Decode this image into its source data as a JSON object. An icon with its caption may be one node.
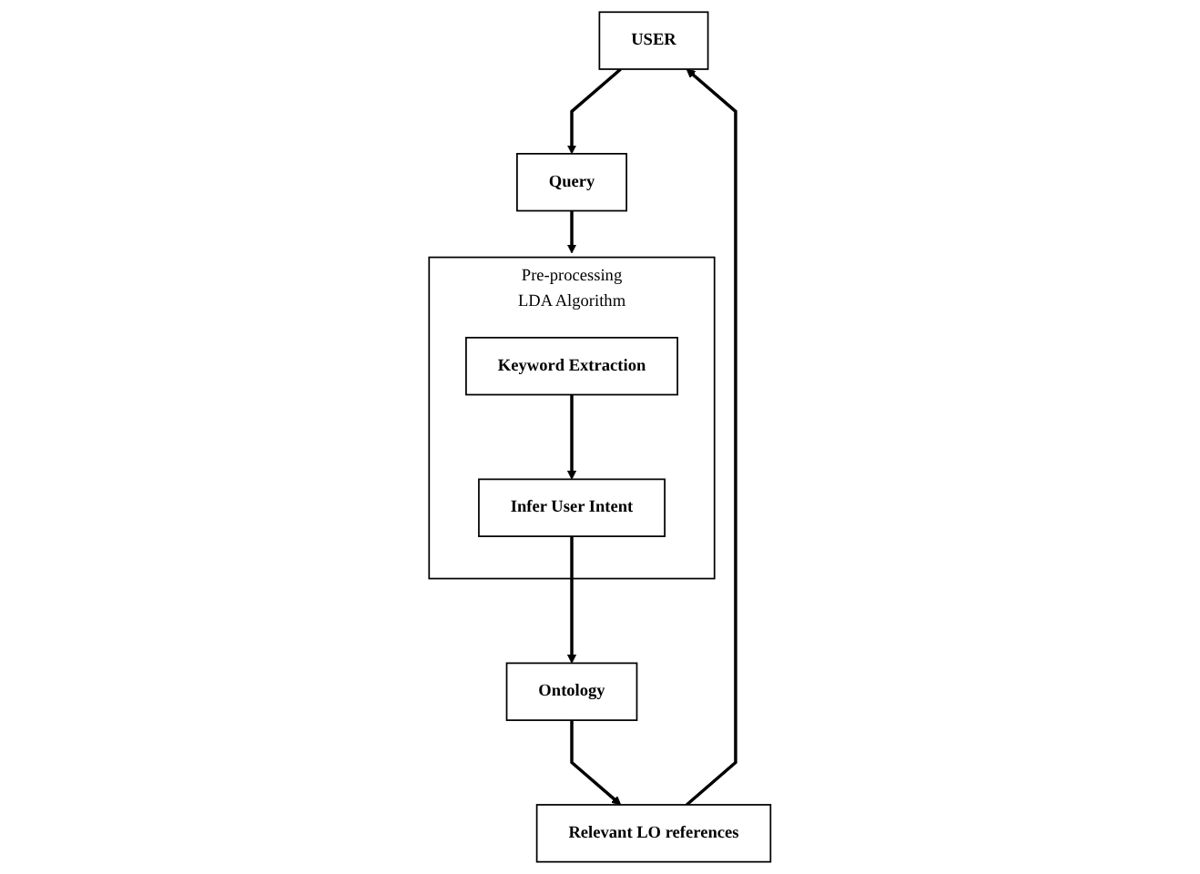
{
  "diagram": {
    "nodes": [
      {
        "text": [
          "USER"
        ]
      },
      {
        "text": [
          "Query"
        ]
      },
      {
        "text": [
          "Pre-processing",
          "LDA Algorithm"
        ]
      },
      {
        "text": [
          "Keyword Extraction"
        ],
        "in": 2
      },
      {
        "text": [
          "Infer User Intent"
        ],
        "in": 2
      },
      {
        "text": [
          "Ontology"
        ]
      },
      {
        "text": [
          "Relevant LO references"
        ]
      }
    ],
    "edges": [
      {
        "from": 0,
        "to": 1,
        "arrow": "to"
      },
      {
        "from": 1,
        "to": 2,
        "arrow": "to"
      },
      {
        "from": 3,
        "to": 4,
        "arrow": "to"
      },
      {
        "from": 4,
        "to": 5,
        "arrow": "to"
      },
      {
        "from": 5,
        "to": 6,
        "arrow": "to"
      },
      {
        "from": 6,
        "to": 0,
        "arrow": "to"
      }
    ]
  }
}
